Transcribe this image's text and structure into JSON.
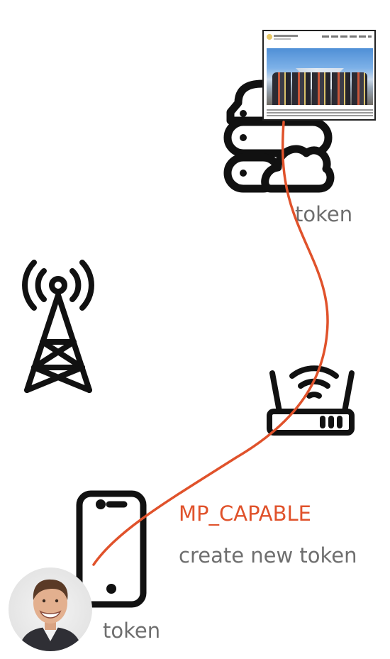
{
  "labels": {
    "server_token": "token",
    "mp_capable": "MP_CAPABLE",
    "create_new_token": "create new token",
    "phone_token": "token"
  },
  "icons": {
    "server": "server-cloud-icon",
    "tower": "cell-tower-icon",
    "router": "wifi-router-icon",
    "phone": "smartphone-icon",
    "website": "website-screenshot-image",
    "avatar": "user-avatar-photo"
  },
  "colors": {
    "accent": "#e0522b",
    "label": "#6e6e6e",
    "icon": "#111111"
  }
}
